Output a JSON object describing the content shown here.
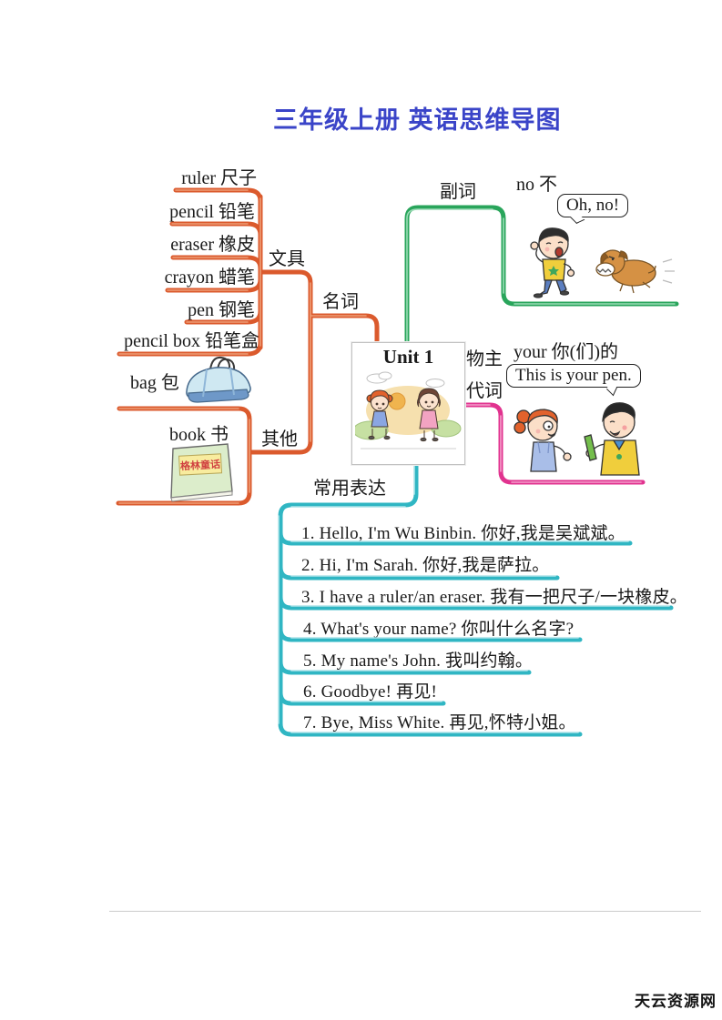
{
  "page": {
    "title": "三年级上册 英语思维导图",
    "watermark": "天云资源网"
  },
  "mindmap": {
    "center": {
      "label": "Unit 1"
    },
    "nouns": {
      "label": "名词",
      "stationery": {
        "label": "文具",
        "items": [
          "ruler 尺子",
          "pencil 铅笔",
          "eraser 橡皮",
          "crayon 蜡笔",
          "pen 钢笔",
          "pencil box 铅笔盒"
        ]
      },
      "other": {
        "label": "其他",
        "items": [
          "bag 包",
          "book 书"
        ],
        "book_cover_text": "格林童话"
      }
    },
    "adverb": {
      "label": "副词",
      "word": "no 不",
      "bubble": "Oh, no!"
    },
    "possessive": {
      "label_line1": "物主",
      "label_line2": "代词",
      "word": "your 你(们)的",
      "bubble": "This is your pen."
    },
    "expressions": {
      "label": "常用表达",
      "items": [
        "1. Hello, I'm Wu Binbin. 你好,我是吴斌斌。",
        "2. Hi, I'm Sarah. 你好,我是萨拉。",
        "3. I have a ruler/an eraser. 我有一把尺子/一块橡皮。",
        "4. What's your name?  你叫什么名字?",
        "5. My name's John. 我叫约翰。",
        "6. Goodbye! 再见!",
        "7. Bye, Miss White. 再见,怀特小姐。"
      ]
    }
  },
  "illustrations": {
    "center_scene": "two girls outdoors with sun and clouds",
    "bag": "light blue handbag",
    "book": "green storybook",
    "adverb_scene": "boy running away from a barking dog",
    "possessive_scene": "boy handing a green pen to a girl"
  },
  "colors": {
    "title_blue": "#3a44c8",
    "branch_orange": "#db5a2d",
    "branch_green": "#29a55b",
    "branch_pink": "#e1338f",
    "branch_cyan": "#30b6c3",
    "text_black": "#1a1a1a"
  }
}
